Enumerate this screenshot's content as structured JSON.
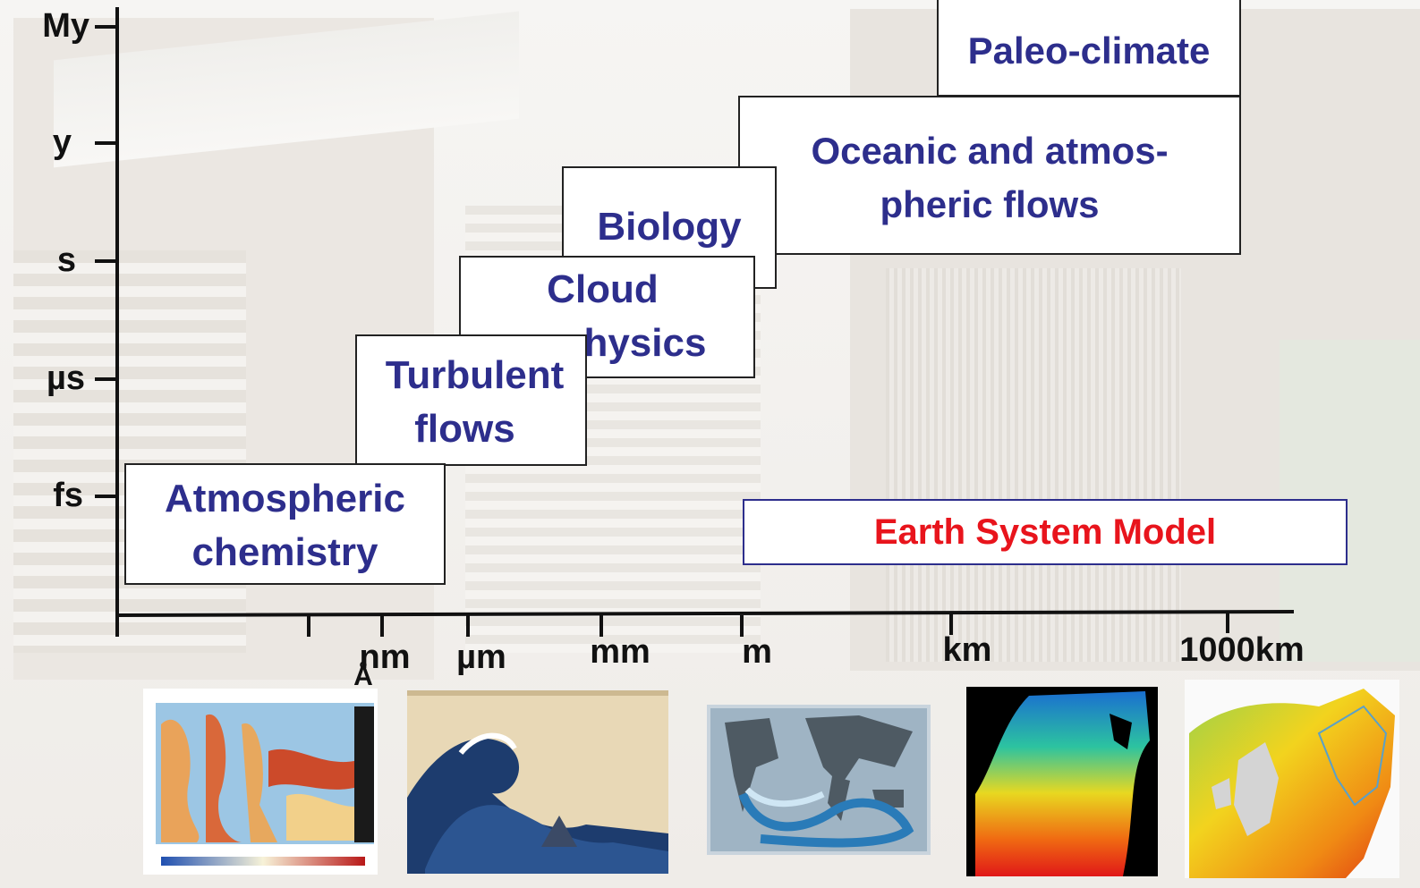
{
  "y_axis": {
    "ticks": [
      "My",
      "y",
      "s",
      "µs",
      "fs"
    ]
  },
  "x_axis": {
    "ticks": [
      "Å",
      "nm",
      "µm",
      "mm",
      "m",
      "km",
      "1000km"
    ]
  },
  "boxes": {
    "paleo": "Paleo-climate",
    "oceanic_line1": "Oceanic and atmos-",
    "oceanic_line2": "pheric flows",
    "biology": "Biology",
    "cloud_line1": "Cloud",
    "cloud_line2": "physics",
    "turbulent_line1": "Turbulent",
    "turbulent_line2": "flows",
    "atmospheric_line1": "Atmospheric",
    "atmospheric_line2": "chemistry"
  },
  "earth_system_model": "Earth System Model",
  "thumbnails": [
    "atmospheric-chemistry-heatmap",
    "great-wave-painting",
    "ocean-conveyor-map",
    "atlantic-temperature-map",
    "north-sea-temperature-map"
  ],
  "colors": {
    "box_text": "#2d2e8c",
    "esm_text": "#e8141c"
  }
}
